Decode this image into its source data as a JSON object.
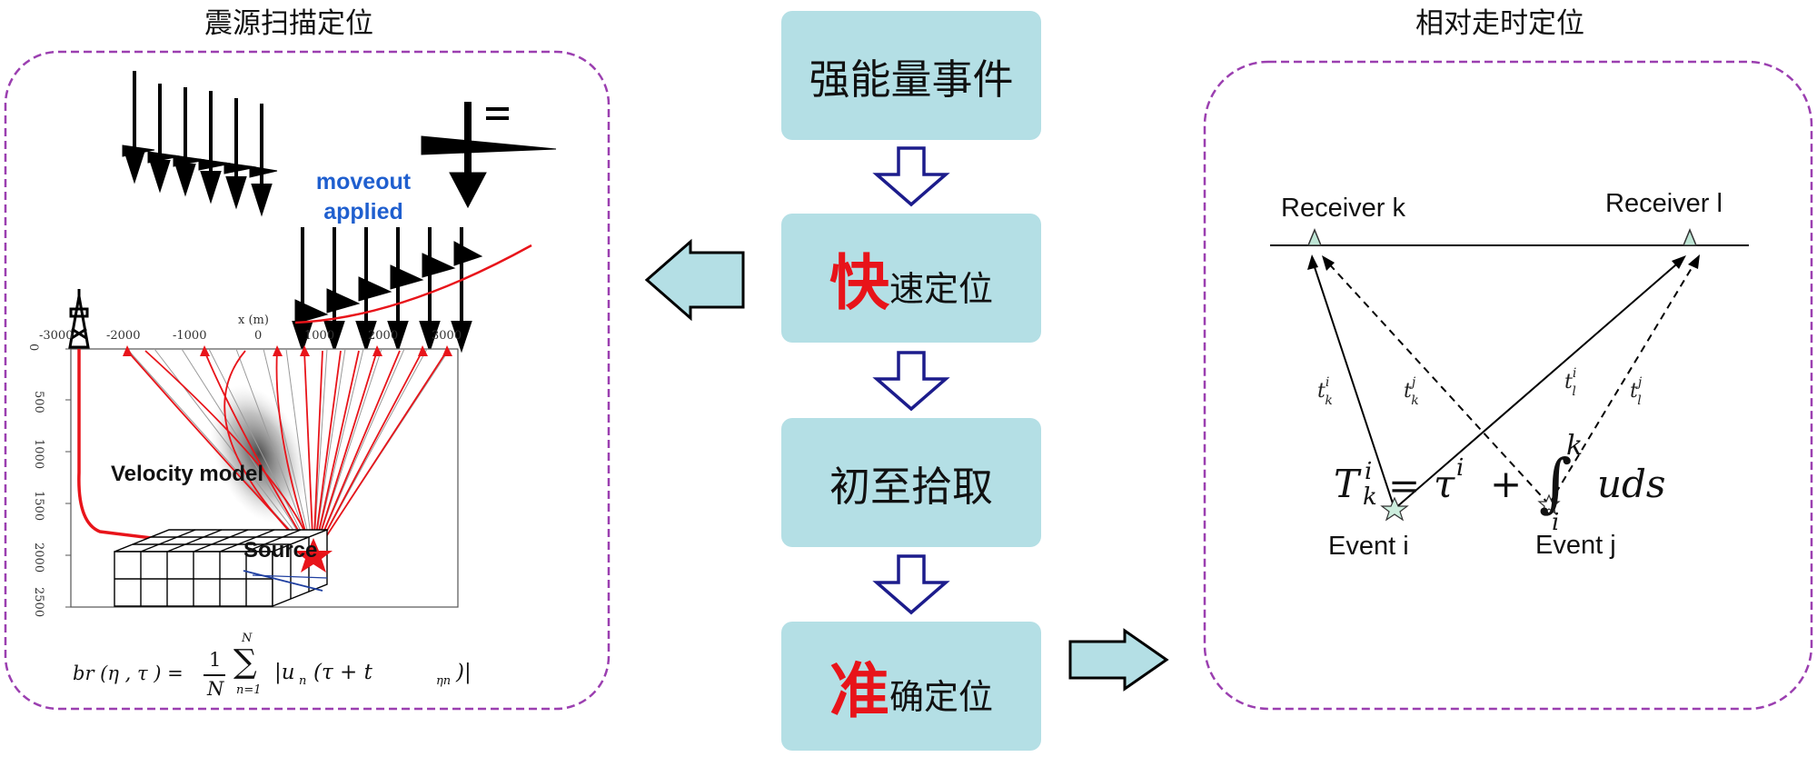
{
  "left_panel": {
    "title": "震源扫描定位",
    "moveout": [
      "moveout",
      "applied"
    ],
    "velocity_model_label": "Velocity model",
    "source_label": "Source",
    "axis_title": "x (m)",
    "x_ticks": [
      "-3000",
      "-2000",
      "-1000",
      "0",
      "1000",
      "2000",
      "3000"
    ],
    "y_ticks": [
      "0",
      "500",
      "1000",
      "1500",
      "2000",
      "2500"
    ],
    "formula": {
      "lhs": "br (η , τ ) =",
      "frac_num": "1",
      "frac_den": "N",
      "sum_top": "N",
      "sum_bottom": "n=1",
      "body": "|u",
      "sub_n": "n",
      "paren": "(τ + t",
      "sub_eta": "ηn",
      "tail": ")|"
    }
  },
  "flow": {
    "steps": [
      {
        "plain": "强能量事件"
      },
      {
        "big": "快",
        "small": "速定位"
      },
      {
        "plain": "初至拾取"
      },
      {
        "big": "准",
        "small": "确定位"
      }
    ]
  },
  "right_panel": {
    "title": "相对走时定位",
    "receiver_k": "Receiver k",
    "receiver_l": "Receiver l",
    "event_i": "Event i",
    "event_j": "Event j",
    "t_labels": [
      {
        "base": "t",
        "sup": "i",
        "sub": "k"
      },
      {
        "base": "t",
        "sup": "j",
        "sub": "k"
      },
      {
        "base": "t",
        "sup": "i",
        "sub": "l"
      },
      {
        "base": "t",
        "sup": "j",
        "sub": "l"
      }
    ],
    "equation": {
      "T": "T",
      "T_sup": "i",
      "T_sub": "k",
      "eq": "=",
      "tau": "τ",
      "tau_sup": "i",
      "plus": "+",
      "integral": "∫",
      "int_top": "k",
      "int_bottom": "i",
      "body": "uds"
    }
  },
  "colors": {
    "flow_box": "#b4dfe5",
    "highlight": "#e8141a",
    "dashed_border": "#9b3fb0",
    "blue_label": "#1f5fcf",
    "ray_red": "#e8141a",
    "flow_arrow": "#1c1c8c"
  }
}
